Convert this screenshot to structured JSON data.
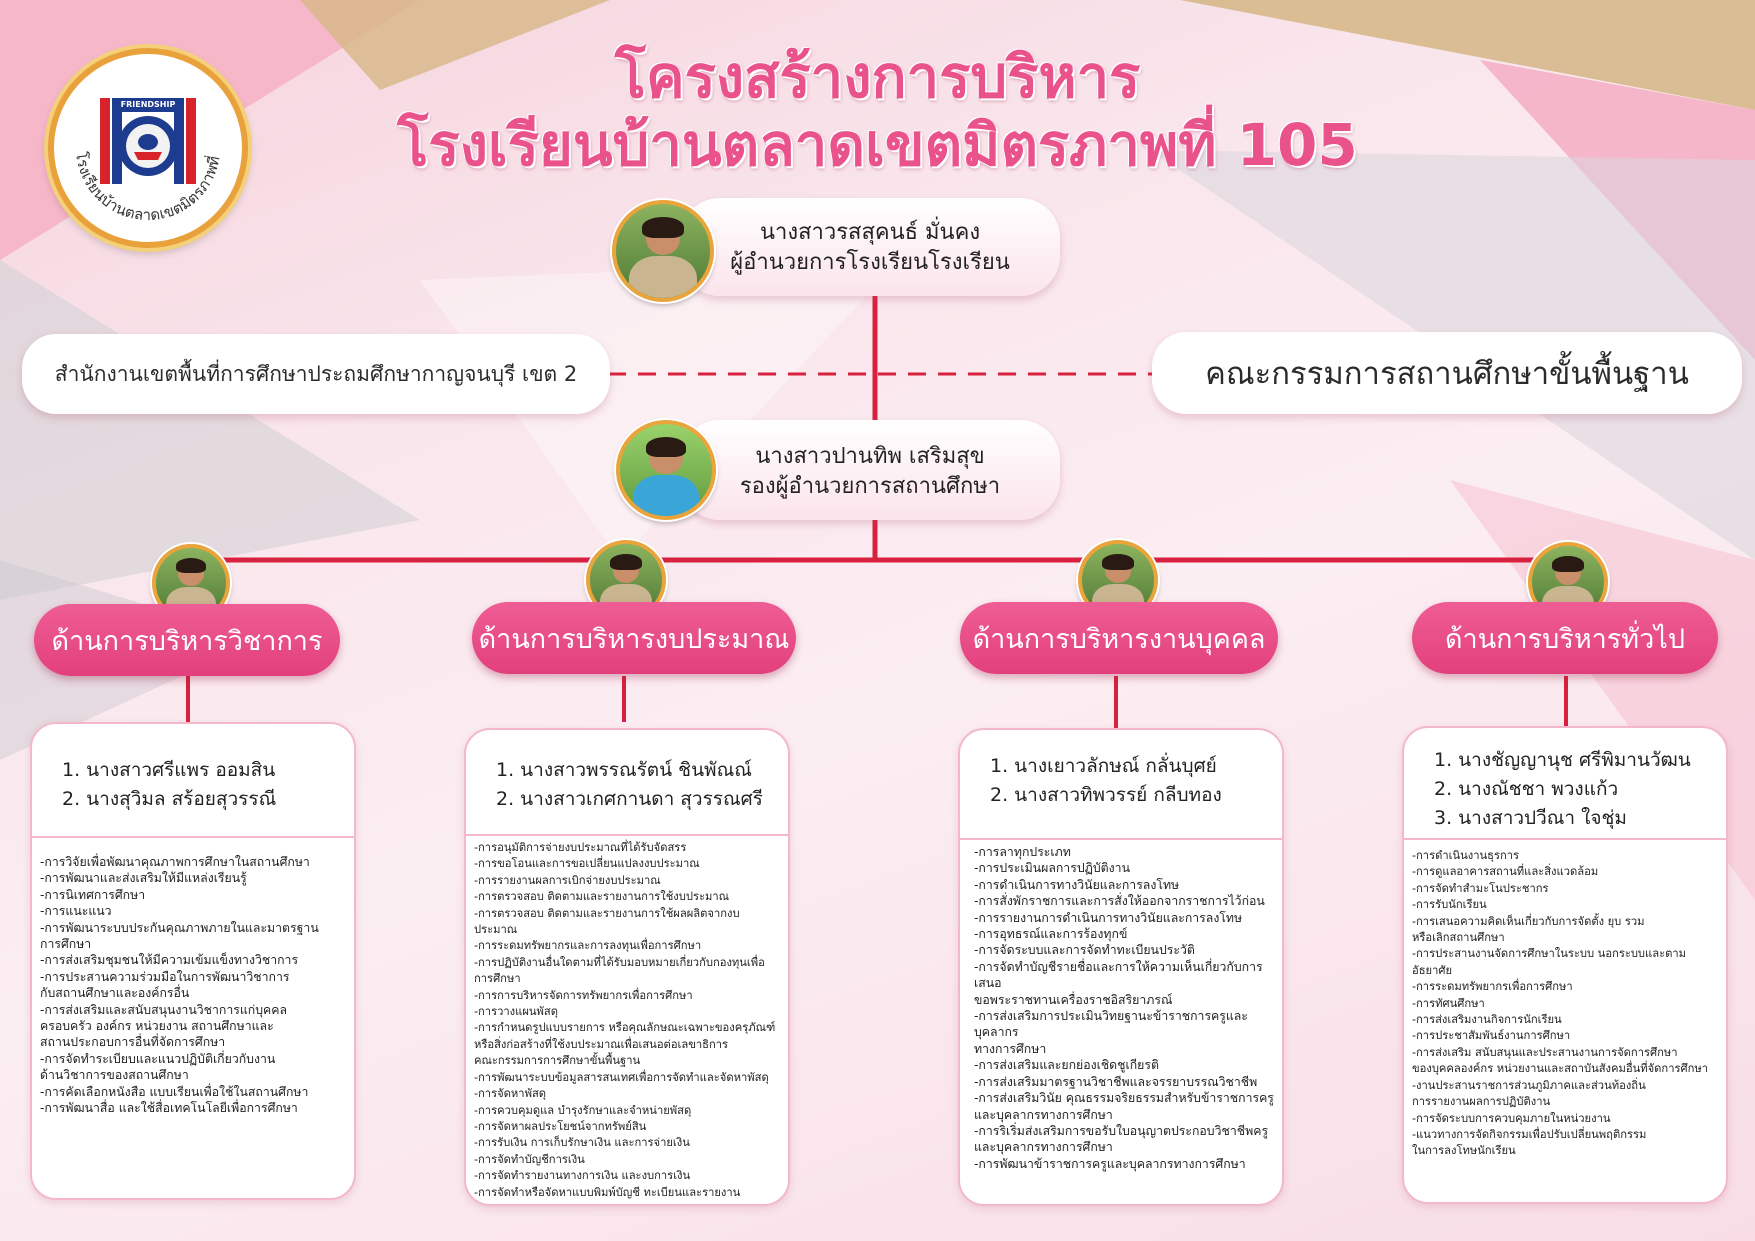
{
  "title": {
    "line1": "โครงสร้างการบริหาร",
    "line2": "โรงเรียนบ้านตลาดเขตมิตรภาพที่ 105"
  },
  "logo": {
    "banner_text": "FRIENDSHIP",
    "ring_text": "โรงเรียนบ้านตลาดเขตมิตรภาพที่ 105"
  },
  "director": {
    "name": "นางสาวรสสุคนธ์ มั่นคง",
    "position": "ผู้อำนวยการโรงเรียนโรงเรียน"
  },
  "left_office": "สำนักงานเขตพื้นที่การศึกษาประถมศึกษากาญจนบุรี เขต 2",
  "right_committee": "คณะกรรมการสถานศึกษาขั้นพื้นฐาน",
  "deputy": {
    "name": "นางสาวปานทิพ เสริมสุข",
    "position": "รองผู้อำนวยการสถานศึกษา"
  },
  "departments": [
    {
      "label": "ด้านการบริหารวิชาการ",
      "members": [
        "1. นางสาวศรีแพร   ออมสิน",
        "2. นางสุวิมล     สร้อยสุวรรณี"
      ],
      "duties": [
        "-การวิจัยเพื่อพัฒนาคุณภาพการศึกษาในสถานศึกษา",
        "-การพัฒนาและส่งเสริมให้มีแหล่งเรียนรู้",
        "-การนิเทศการศึกษา",
        "-การแนะแนว",
        "-การพัฒนาระบบประกันคุณภาพภายในและมาตรฐาน",
        "การศึกษา",
        "-การส่งเสริมชุมชนให้มีความเข้มแข็งทางวิชาการ",
        "-การประสานความร่วมมือในการพัฒนาวิชาการ",
        "กับสถานศึกษาและองค์กรอื่น",
        "-การส่งเสริมและสนับสนุนงานวิชาการแก่บุคคล",
        "ครอบครัว องค์กร หน่วยงาน สถานศึกษาและ",
        "สถานประกอบการอื่นที่จัดการศึกษา",
        "-การจัดทำระเบียบและแนวปฏิบัติเกี่ยวกับงาน",
        "ด้านวิชาการของสถานศึกษา",
        "-การคัดเลือกหนังสือ แบบเรียนเพื่อใช้ในสถานศึกษา",
        "-การพัฒนาสื่อ และใช้สื่อเทคโนโลยีเพื่อการศึกษา"
      ]
    },
    {
      "label": "ด้านการบริหารงบประมาณ",
      "members": [
        "1. นางสาวพรรณรัตน์   ชินพัณณ์",
        "2. นางสาวเกศกานดา   สุวรรณศรี"
      ],
      "duties": [
        "-การอนุมัติการจ่ายงบประมาณที่ได้รับจัดสรร",
        "-การขอโอนและการขอเปลี่ยนแปลงงบประมาณ",
        "-การรายงานผลการเบิกจ่ายงบประมาณ",
        "-การตรวจสอบ ติดตามและรายงานการใช้งบประมาณ",
        "-การตรวจสอบ ติดตามและรายงานการใช้ผลผลิตจากงบประมาณ",
        "-การระดมทรัพยากรและการลงทุนเพื่อการศึกษา",
        "-การปฏิบัติงานอื่นใดตามที่ได้รับมอบหมายเกี่ยวกับกองทุนเพื่อ",
        "การศึกษา",
        "-การการบริหารจัดการทรัพยากรเพื่อการศึกษา",
        "-การวางแผนพัสดุ",
        "-การกำหนดรูปแบบรายการ หรือคุณลักษณะเฉพาะของครุภัณฑ์",
        "หรือสิ่งก่อสร้างที่ใช้งบประมาณเพื่อเสนอต่อเลขาธิการ",
        "คณะกรรมการการศึกษาขั้นพื้นฐาน",
        "-การพัฒนาระบบข้อมูลสารสนเทศเพื่อการจัดทำและจัดหาพัสดุ",
        "-การจัดหาพัสดุ",
        "-การควบคุมดูแล บำรุงรักษาและจำหน่ายพัสดุ",
        "-การจัดหาผลประโยชน์จากทรัพย์สิน",
        "-การรับเงิน การเก็บรักษาเงิน และการจ่ายเงิน",
        "-การจัดทำบัญชีการเงิน",
        "-การจัดทำรายงานทางการเงิน และงบการเงิน",
        "-การจัดทำหรือจัดหาแบบพิมพ์บัญชี ทะเบียนและรายงาน"
      ]
    },
    {
      "label": "ด้านการบริหารงานบุคคล",
      "members": [
        "1. นางเยาวลักษณ์   กลั่นบุศย์",
        "2. นางสาวทิพวรรย์   กลีบทอง"
      ],
      "duties": [
        "-การลาทุกประเภท",
        "-การประเมินผลการปฏิบัติงาน",
        "-การดำเนินการทางวินัยและการลงโทษ",
        "-การสั่งพักราชการและการสั่งให้ออกจากราชการไว้ก่อน",
        "-การรายงานการดำเนินการทางวินัยและการลงโทษ",
        "-การอุทธรณ์และการร้องทุกข์",
        "-การจัดระบบและการจัดทำทะเบียนประวัติ",
        "-การจัดทำบัญชีรายชื่อและการให้ความเห็นเกี่ยวกับการเสนอ",
        "ขอพระราชทานเครื่องราชอิสริยาภรณ์",
        "-การส่งเสริมการประเมินวิทยฐานะข้าราชการครูและบุคลากร",
        "ทางการศึกษา",
        "-การส่งเสริมและยกย่องเชิดชูเกียรติ",
        "-การส่งเสริมมาตรฐานวิชาชีพและจรรยาบรรณวิชาชีพ",
        "-การส่งเสริมวินัย คุณธรรมจริยธรรมสำหรับข้าราชการครู",
        "และบุคลากรทางการศึกษา",
        "-การริเริ่มส่งเสริมการขอรับใบอนุญาตประกอบวิชาชีพครู",
        "และบุคลากรทางการศึกษา",
        "-การพัฒนาข้าราชการครูและบุคลากรทางการศึกษา"
      ]
    },
    {
      "label": "ด้านการบริหารทั่วไป",
      "members": [
        "1. นางชัญญานุช   ศรีพิมานวัฒน",
        "2. นางณัชชา    พวงแก้ว",
        "3. นางสาวปวีณา    ใจชุ่ม"
      ],
      "duties": [
        "-การดำเนินงานธุรการ",
        "-การดูแลอาคารสถานที่และสิ่งแวดล้อม",
        "-การจัดทำสำมะโนประชากร",
        "-การรับนักเรียน",
        "-การเสนอความคิดเห็นเกี่ยวกับการจัดตั้ง ยุบ รวม",
        "หรือเลิกสถานศึกษา",
        "-การประสานงานจัดการศึกษาในระบบ นอกระบบและตามอัธยาศัย",
        "-การระดมทรัพยากรเพื่อการศึกษา",
        "-การทัศนศึกษา",
        "-การส่งเสริมงานกิจการนักเรียน",
        "-การประชาสัมพันธ์งานการศึกษา",
        "-การส่งเสริม สนับสนุนและประสานงานการจัดการศึกษา",
        "ของบุคคลองค์กร หน่วยงานและสถาบันสังคมอื่นที่จัดการศึกษา",
        "-งานประสานราชการส่วนภูมิภาคและส่วนท้องถิ่น",
        "การรายงานผลการปฏิบัติงาน",
        "-การจัดระบบการควบคุมภายในหน่วยงาน",
        "-แนวทางการจัดกิจกรรมเพื่อปรับเปลี่ยนพฤติกรรม",
        "ในการลงโทษนักเรียน"
      ]
    }
  ]
}
